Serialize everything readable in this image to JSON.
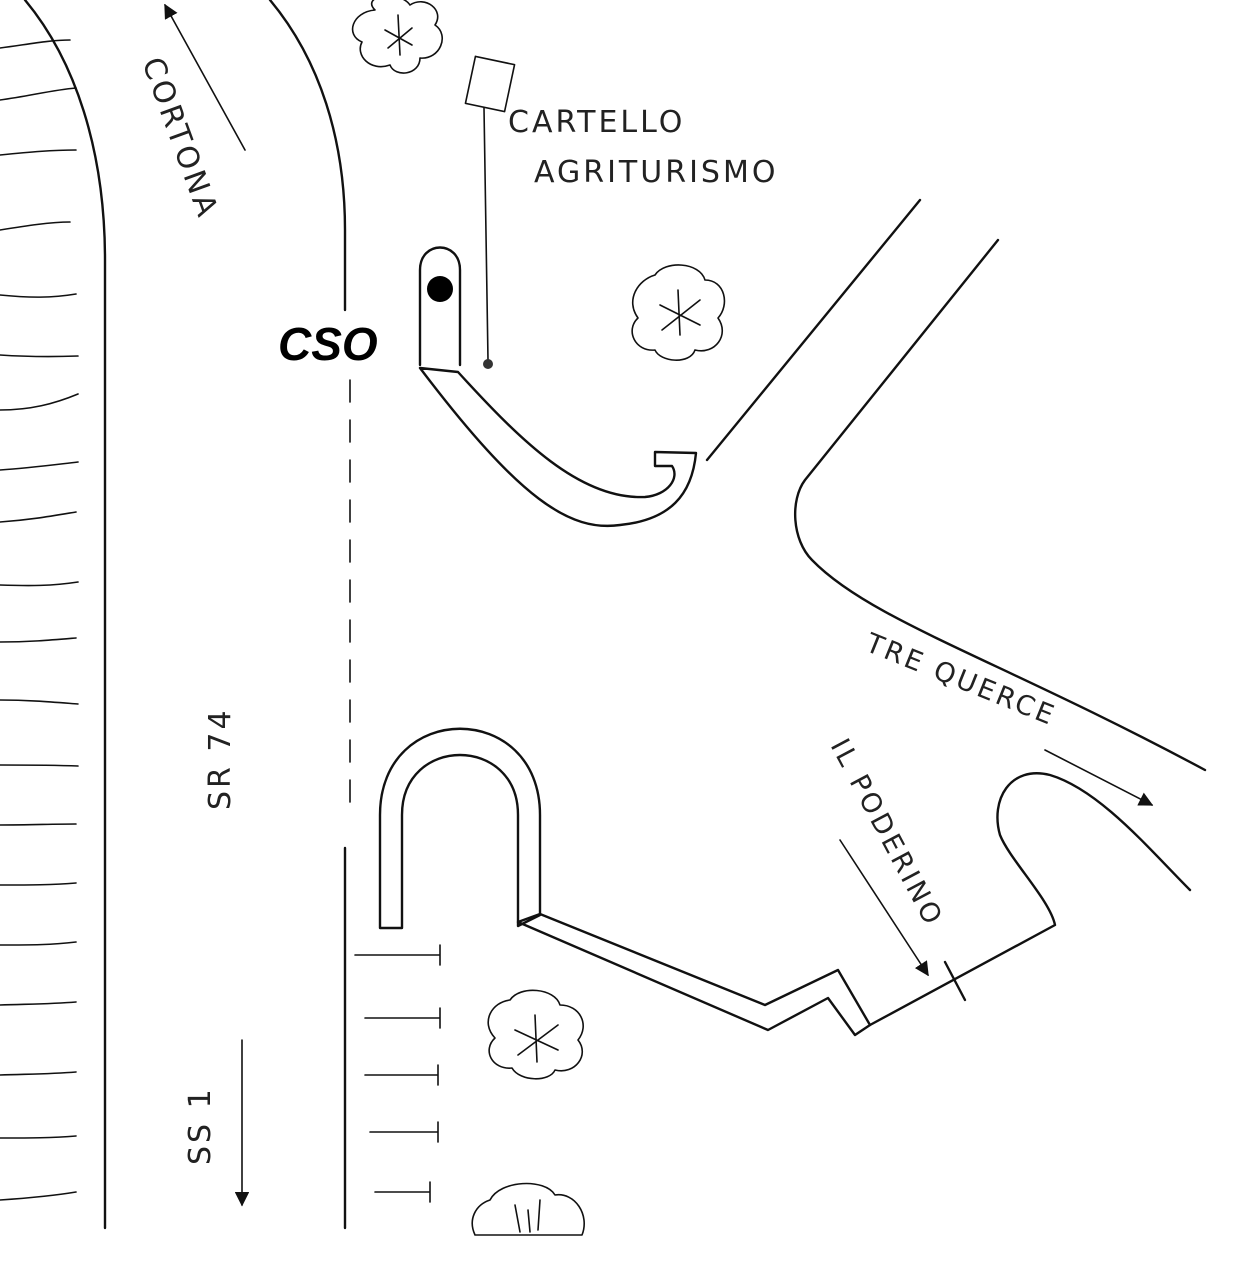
{
  "labels": {
    "cortona": "CORTONA",
    "cartello_line1": "CARTELLO",
    "cartello_line2": "AGRITURISMO",
    "cso": "CSO",
    "tre_querce": "TRE QUERCE",
    "il_poderino": "IL PODERINO",
    "sr74": "SR 74",
    "ss1": "SS 1"
  }
}
